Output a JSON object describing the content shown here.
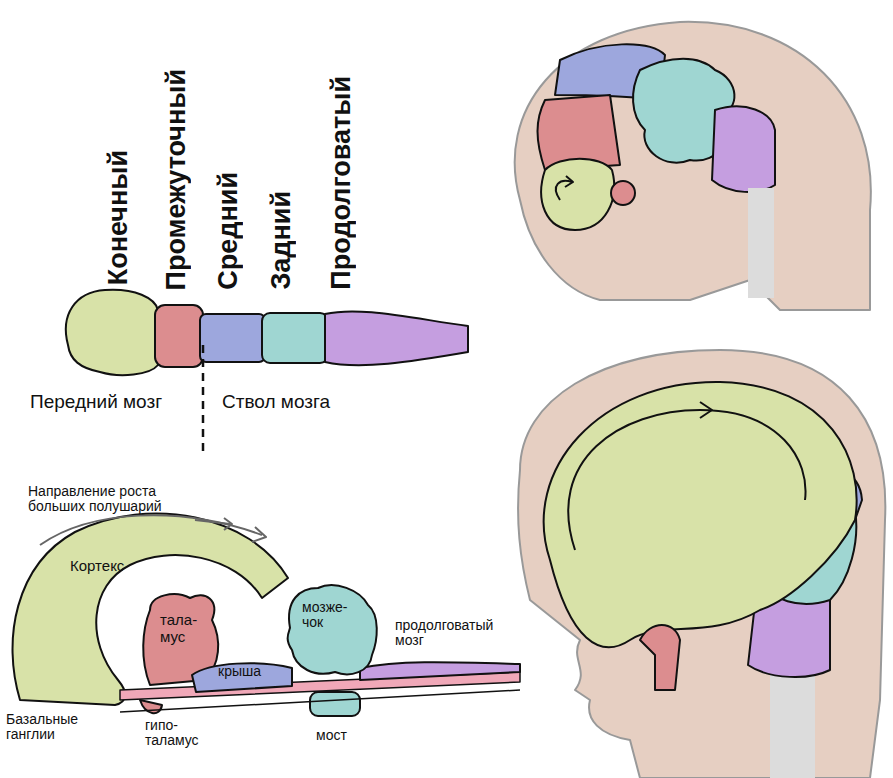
{
  "diagram": {
    "labels": [
      "Конечный",
      "Промежуточный",
      "Средний",
      "Задний",
      "Продолговатый",
      "Передний мозг",
      "Ствол мозга",
      "Направление роста больших полушарий",
      "Кортекс",
      "тала- мус",
      "мозже- чок",
      "продолговатый мозг",
      "крыша",
      "Базальные ганглии",
      "гипо- таламус",
      "мост"
    ]
  }
}
